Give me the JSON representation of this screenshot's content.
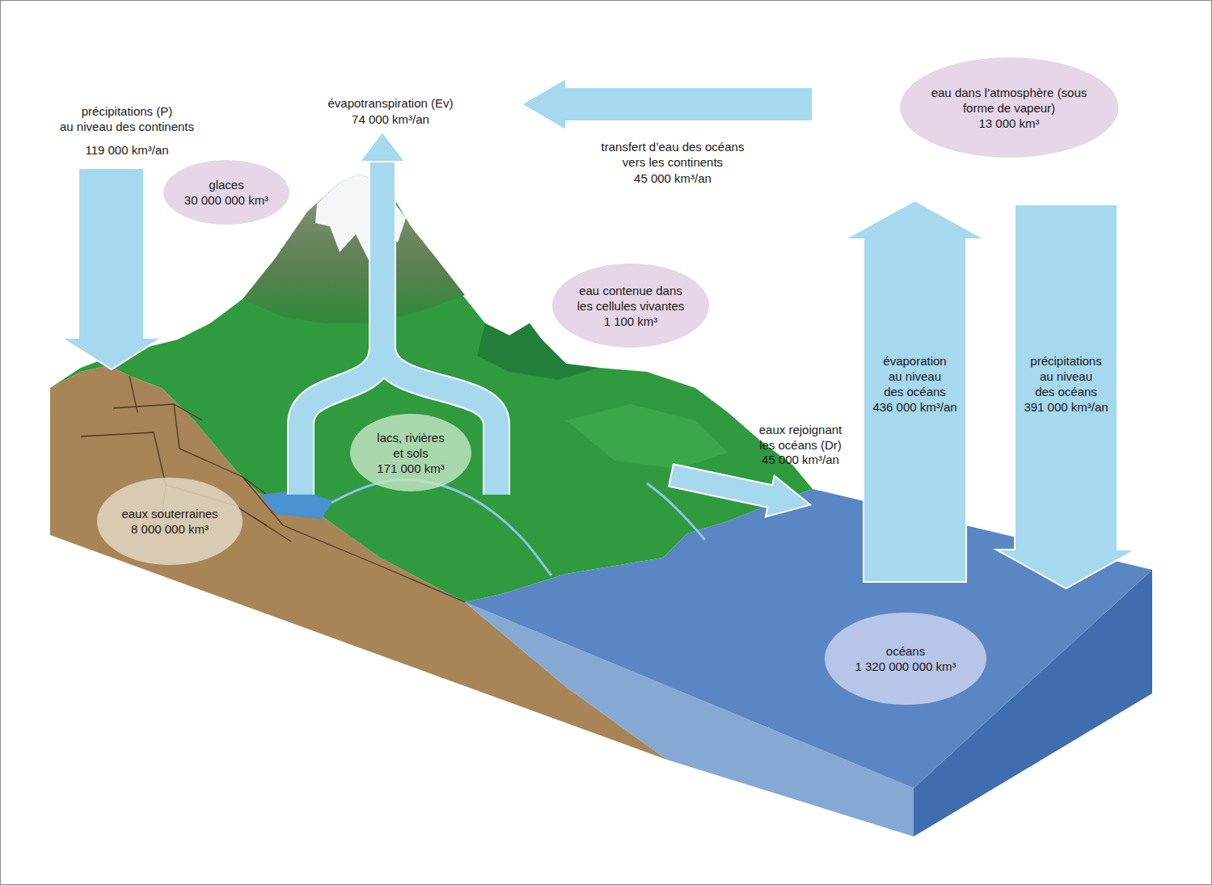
{
  "diagram": {
    "nodes": [
      {
        "text": [
          "glaces",
          "30 000 000 km³"
        ]
      },
      {
        "text": [
          "eau dans l’atmosphère (sous forme de vapeur)",
          "13 000 km³"
        ]
      },
      {
        "text": [
          "eau contenue dans les cellules vivantes",
          "1 100 km³"
        ]
      },
      {
        "text": [
          "évaporation au niveau des océans",
          "436 000 km³/an"
        ]
      },
      {
        "text": [
          "précipitations au niveau des océans",
          "391 000 km³/an"
        ]
      },
      {
        "text": [
          "lacs, rivières et sols",
          "171 000 km³"
        ]
      },
      {
        "text": [
          "eaux souterraines",
          "8 000 000 km³"
        ]
      },
      {
        "text": [
          "océans",
          "1 320 000 000 km³"
        ]
      }
    ],
    "labels": [
      "précipitations (P) au niveau des continents",
      "119 000 km³/an",
      "évapotranspiration (Ev)",
      "74 000 km³/an",
      "transfert d’eau des océans vers les continents",
      "45 000 km³/an",
      "eaux rejoignant les océans (Dr)",
      "45 000 km³/an"
    ]
  }
}
